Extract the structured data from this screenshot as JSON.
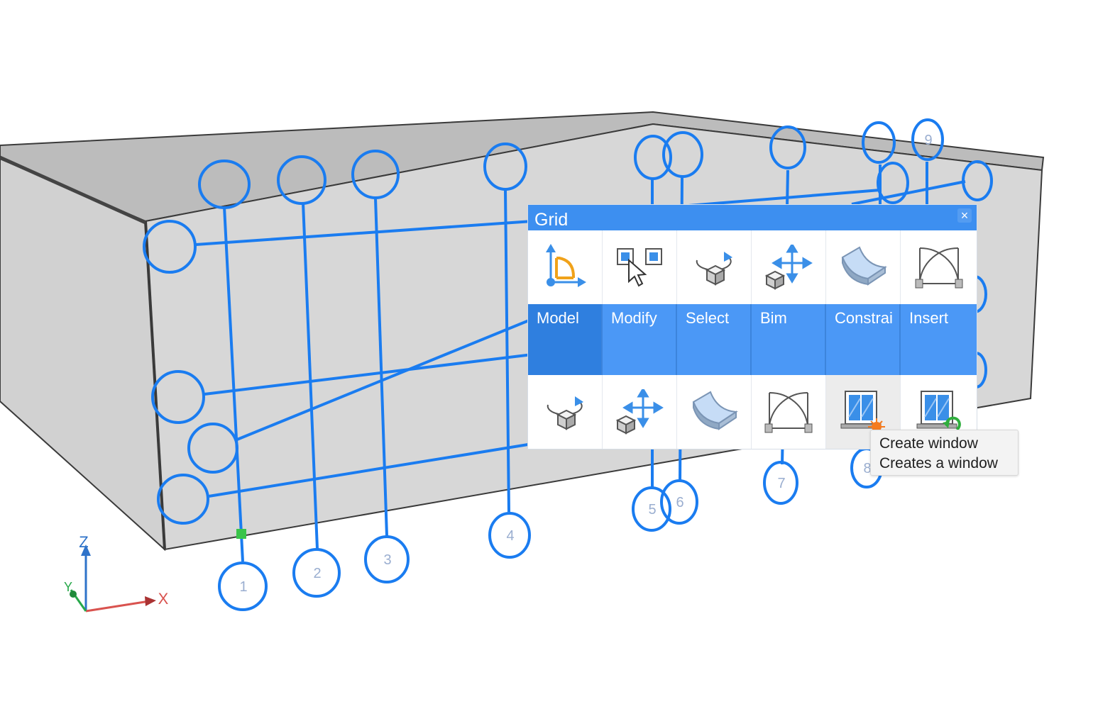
{
  "panel": {
    "title": "Grid",
    "close_glyph": "×",
    "top_icons": [
      {
        "name": "model-axes-icon"
      },
      {
        "name": "modify-select-icon"
      },
      {
        "name": "select-orbit-cube-icon"
      },
      {
        "name": "bim-move-cube-icon"
      },
      {
        "name": "constraint-surface-icon"
      },
      {
        "name": "insert-door-icon"
      }
    ],
    "tabs": [
      {
        "label": "Model",
        "active": true
      },
      {
        "label": "Modify",
        "active": false
      },
      {
        "label": "Select",
        "active": false
      },
      {
        "label": "Bim",
        "active": false
      },
      {
        "label": "Constrai",
        "active": false
      },
      {
        "label": "Insert",
        "active": false
      }
    ],
    "bottom_icons": [
      {
        "name": "orbit-cube-icon"
      },
      {
        "name": "move-cube-icon"
      },
      {
        "name": "curved-surface-icon"
      },
      {
        "name": "door-icon"
      },
      {
        "name": "create-window-icon",
        "hovered": true
      },
      {
        "name": "edit-window-icon"
      }
    ]
  },
  "tooltip": {
    "title": "Create window",
    "description": "Creates a window"
  },
  "grid_labels": {
    "vertical_bottom": [
      "1",
      "2",
      "3",
      "4",
      "5",
      "6",
      "7",
      "8"
    ],
    "top_right": "9"
  },
  "ucs": {
    "x_label": "X",
    "y_label": "Y",
    "z_label": "Z",
    "x_color": "#d9534f",
    "y_color": "#27a84a",
    "z_color": "#2f73c9"
  },
  "colors": {
    "grid_blue": "#1a7cf0",
    "box_face": "#d5d5d5",
    "box_top": "#b9b9b9",
    "edge": "#3a3a3a",
    "panel_blue": "#3d8ff0"
  }
}
